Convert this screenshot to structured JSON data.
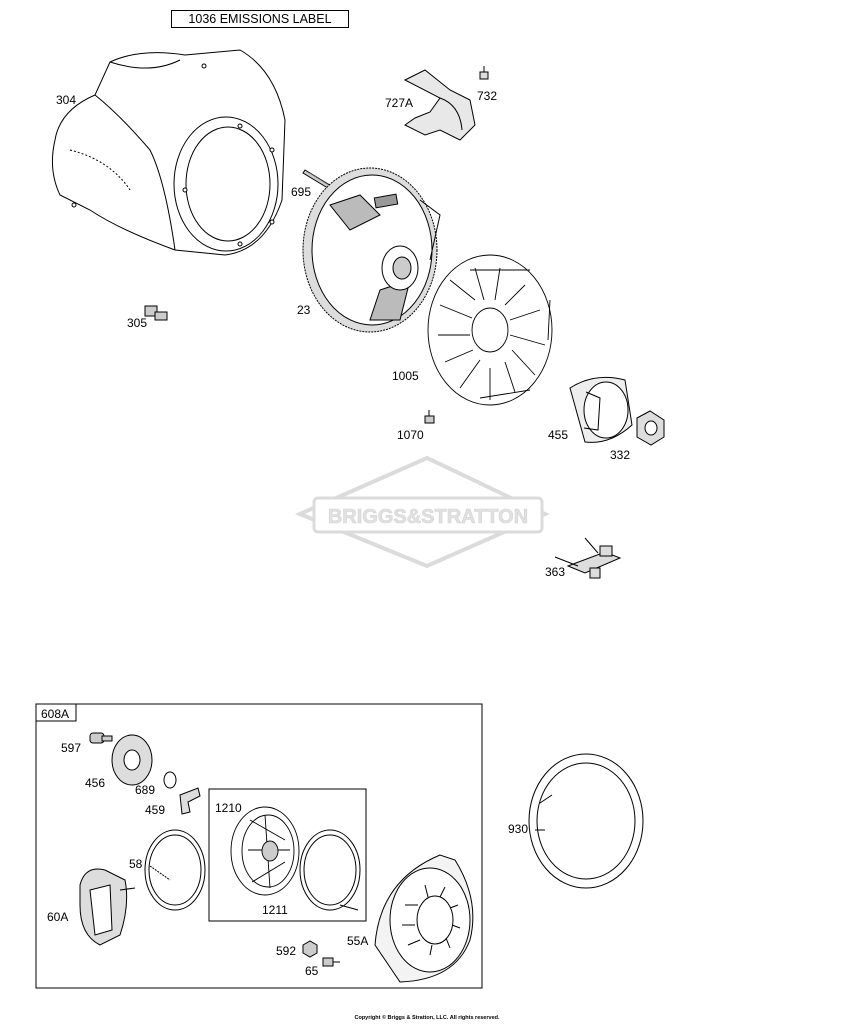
{
  "emissions_label": "1036 EMISSIONS LABEL",
  "parts": {
    "p304": "304",
    "p727a": "727A",
    "p732": "732",
    "p695": "695",
    "p23": "23",
    "p305": "305",
    "p1005": "1005",
    "p1070": "1070",
    "p455": "455",
    "p332": "332",
    "p363": "363",
    "p608a": "608A",
    "p597": "597",
    "p456": "456",
    "p689": "689",
    "p459": "459",
    "p1210": "1210",
    "p58": "58",
    "p60a": "60A",
    "p1211": "1211",
    "p592": "592",
    "p65": "65",
    "p55a": "55A",
    "p930": "930"
  },
  "watermark": "BRIGGS&STRATTON",
  "copyright": "Copyright © Briggs & Stratton, LLC. All rights reserved.",
  "colors": {
    "line": "#000000",
    "shade": "#bfbfbf",
    "watermark": "#d9d9d9"
  }
}
